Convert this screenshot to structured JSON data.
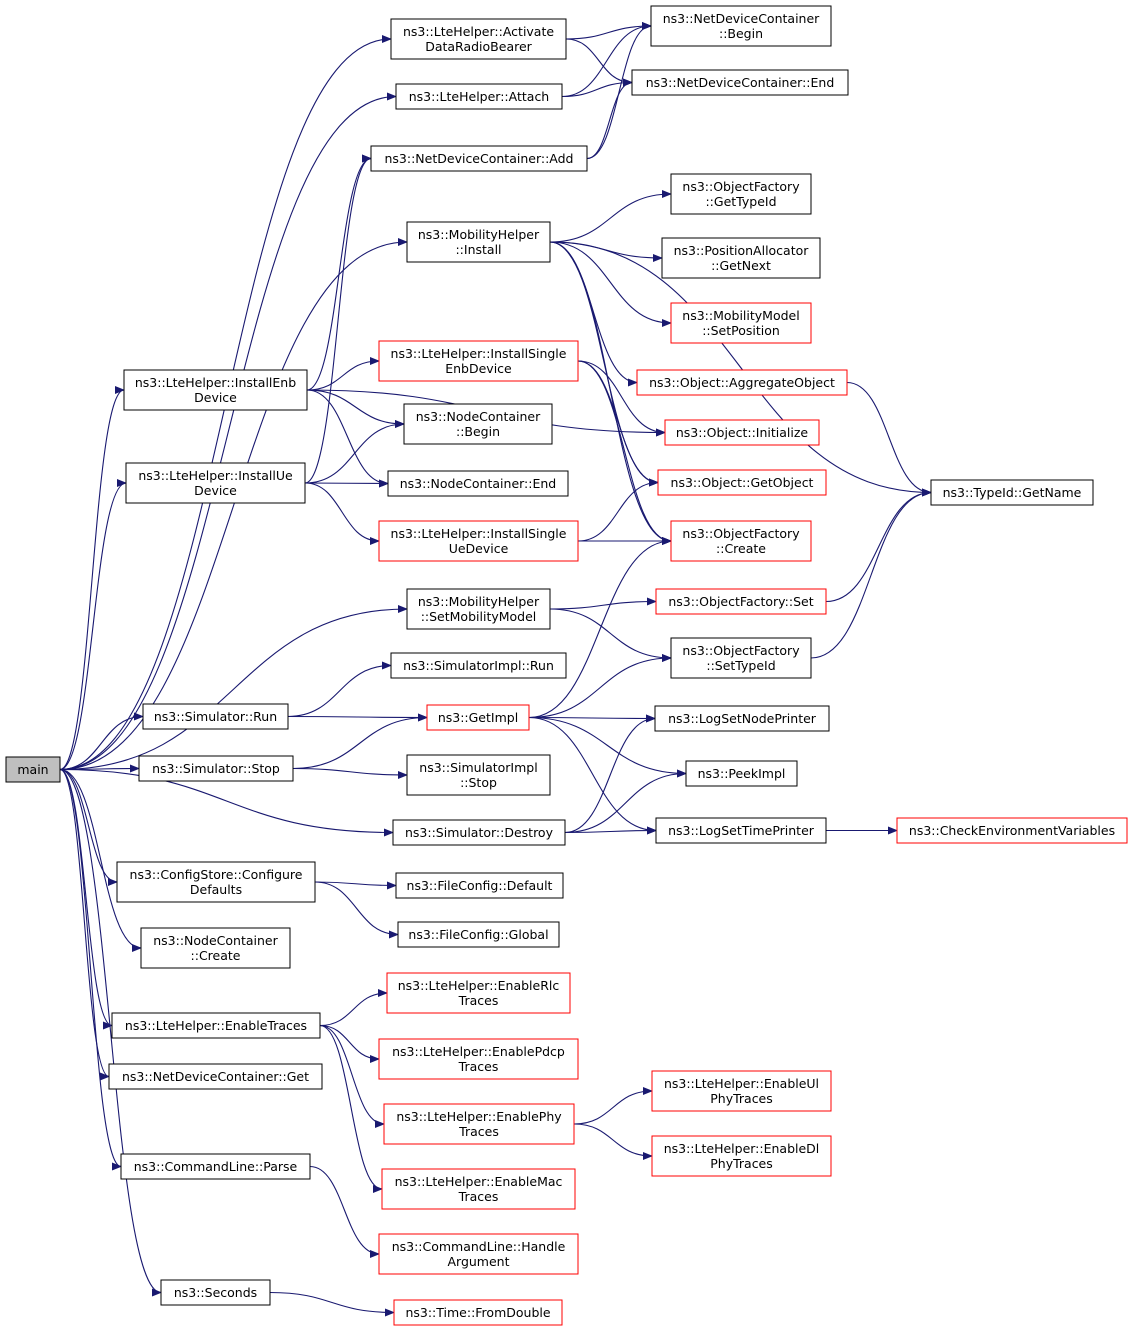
{
  "colors": {
    "edge": "#191970",
    "border_normal": "#000000",
    "border_external": "#ff0000",
    "fill_root": "#bfbfbf",
    "fill_node": "#ffffff"
  },
  "nodes": [
    {
      "id": "main",
      "lines": [
        "main"
      ],
      "kind": "root"
    },
    {
      "id": "activate",
      "lines": [
        "ns3::LteHelper::Activate",
        "DataRadioBearer"
      ],
      "kind": "normal"
    },
    {
      "id": "ndc_begin",
      "lines": [
        "ns3::NetDeviceContainer",
        "::Begin"
      ],
      "kind": "normal"
    },
    {
      "id": "attach",
      "lines": [
        "ns3::LteHelper::Attach"
      ],
      "kind": "normal"
    },
    {
      "id": "ndc_end",
      "lines": [
        "ns3::NetDeviceContainer::End"
      ],
      "kind": "normal"
    },
    {
      "id": "ndc_add",
      "lines": [
        "ns3::NetDeviceContainer::Add"
      ],
      "kind": "normal"
    },
    {
      "id": "of_gettypeid",
      "lines": [
        "ns3::ObjectFactory",
        "::GetTypeId"
      ],
      "kind": "normal"
    },
    {
      "id": "mh_install",
      "lines": [
        "ns3::MobilityHelper",
        "::Install"
      ],
      "kind": "normal"
    },
    {
      "id": "pa_getnext",
      "lines": [
        "ns3::PositionAllocator",
        "::GetNext"
      ],
      "kind": "normal"
    },
    {
      "id": "mm_setpos",
      "lines": [
        "ns3::MobilityModel",
        "::SetPosition"
      ],
      "kind": "external"
    },
    {
      "id": "install_single_enb",
      "lines": [
        "ns3::LteHelper::InstallSingle",
        "EnbDevice"
      ],
      "kind": "external"
    },
    {
      "id": "obj_aggregate",
      "lines": [
        "ns3::Object::AggregateObject"
      ],
      "kind": "external"
    },
    {
      "id": "install_enb",
      "lines": [
        "ns3::LteHelper::InstallEnb",
        "Device"
      ],
      "kind": "normal"
    },
    {
      "id": "nc_begin",
      "lines": [
        "ns3::NodeContainer",
        "::Begin"
      ],
      "kind": "normal"
    },
    {
      "id": "obj_init",
      "lines": [
        "ns3::Object::Initialize"
      ],
      "kind": "external"
    },
    {
      "id": "typeid_getname",
      "lines": [
        "ns3::TypeId::GetName"
      ],
      "kind": "normal"
    },
    {
      "id": "install_ue",
      "lines": [
        "ns3::LteHelper::InstallUe",
        "Device"
      ],
      "kind": "normal"
    },
    {
      "id": "nc_end",
      "lines": [
        "ns3::NodeContainer::End"
      ],
      "kind": "normal"
    },
    {
      "id": "obj_getobject",
      "lines": [
        "ns3::Object::GetObject"
      ],
      "kind": "external"
    },
    {
      "id": "install_single_ue",
      "lines": [
        "ns3::LteHelper::InstallSingle",
        "UeDevice"
      ],
      "kind": "external"
    },
    {
      "id": "of_create",
      "lines": [
        "ns3::ObjectFactory",
        "::Create"
      ],
      "kind": "external"
    },
    {
      "id": "mh_setmodel",
      "lines": [
        "ns3::MobilityHelper",
        "::SetMobilityModel"
      ],
      "kind": "normal"
    },
    {
      "id": "of_set",
      "lines": [
        "ns3::ObjectFactory::Set"
      ],
      "kind": "external"
    },
    {
      "id": "si_run",
      "lines": [
        "ns3::SimulatorImpl::Run"
      ],
      "kind": "normal"
    },
    {
      "id": "of_settypeid",
      "lines": [
        "ns3::ObjectFactory",
        "::SetTypeId"
      ],
      "kind": "normal"
    },
    {
      "id": "sim_run",
      "lines": [
        "ns3::Simulator::Run"
      ],
      "kind": "normal"
    },
    {
      "id": "getimpl",
      "lines": [
        "ns3::GetImpl"
      ],
      "kind": "external"
    },
    {
      "id": "log_nodeprinter",
      "lines": [
        "ns3::LogSetNodePrinter"
      ],
      "kind": "normal"
    },
    {
      "id": "sim_stop",
      "lines": [
        "ns3::Simulator::Stop"
      ],
      "kind": "normal"
    },
    {
      "id": "si_stop",
      "lines": [
        "ns3::SimulatorImpl",
        "::Stop"
      ],
      "kind": "normal"
    },
    {
      "id": "peekimpl",
      "lines": [
        "ns3::PeekImpl"
      ],
      "kind": "normal"
    },
    {
      "id": "sim_destroy",
      "lines": [
        "ns3::Simulator::Destroy"
      ],
      "kind": "normal"
    },
    {
      "id": "log_timeprinter",
      "lines": [
        "ns3::LogSetTimePrinter"
      ],
      "kind": "normal"
    },
    {
      "id": "check_env",
      "lines": [
        "ns3::CheckEnvironmentVariables"
      ],
      "kind": "external"
    },
    {
      "id": "cs_configure",
      "lines": [
        "ns3::ConfigStore::Configure",
        "Defaults"
      ],
      "kind": "normal"
    },
    {
      "id": "fc_default",
      "lines": [
        "ns3::FileConfig::Default"
      ],
      "kind": "normal"
    },
    {
      "id": "fc_global",
      "lines": [
        "ns3::FileConfig::Global"
      ],
      "kind": "normal"
    },
    {
      "id": "nc_create",
      "lines": [
        "ns3::NodeContainer",
        "::Create"
      ],
      "kind": "normal"
    },
    {
      "id": "enable_rlc",
      "lines": [
        "ns3::LteHelper::EnableRlc",
        "Traces"
      ],
      "kind": "external"
    },
    {
      "id": "enable_traces",
      "lines": [
        "ns3::LteHelper::EnableTraces"
      ],
      "kind": "normal"
    },
    {
      "id": "enable_pdcp",
      "lines": [
        "ns3::LteHelper::EnablePdcp",
        "Traces"
      ],
      "kind": "external"
    },
    {
      "id": "ndc_get",
      "lines": [
        "ns3::NetDeviceContainer::Get"
      ],
      "kind": "normal"
    },
    {
      "id": "enable_ul",
      "lines": [
        "ns3::LteHelper::EnableUl",
        "PhyTraces"
      ],
      "kind": "external"
    },
    {
      "id": "enable_phy",
      "lines": [
        "ns3::LteHelper::EnablePhy",
        "Traces"
      ],
      "kind": "external"
    },
    {
      "id": "enable_dl",
      "lines": [
        "ns3::LteHelper::EnableDl",
        "PhyTraces"
      ],
      "kind": "external"
    },
    {
      "id": "cl_parse",
      "lines": [
        "ns3::CommandLine::Parse"
      ],
      "kind": "normal"
    },
    {
      "id": "enable_mac",
      "lines": [
        "ns3::LteHelper::EnableMac",
        "Traces"
      ],
      "kind": "external"
    },
    {
      "id": "cl_handle",
      "lines": [
        "ns3::CommandLine::Handle",
        "Argument"
      ],
      "kind": "external"
    },
    {
      "id": "seconds",
      "lines": [
        "ns3::Seconds"
      ],
      "kind": "normal"
    },
    {
      "id": "time_fromdouble",
      "lines": [
        "ns3::Time::FromDouble"
      ],
      "kind": "external"
    }
  ],
  "edges": [
    [
      "main",
      "activate"
    ],
    [
      "main",
      "attach"
    ],
    [
      "main",
      "install_enb"
    ],
    [
      "main",
      "mh_install"
    ],
    [
      "main",
      "install_ue"
    ],
    [
      "main",
      "mh_setmodel"
    ],
    [
      "main",
      "sim_run"
    ],
    [
      "main",
      "sim_stop"
    ],
    [
      "main",
      "sim_destroy"
    ],
    [
      "main",
      "cs_configure"
    ],
    [
      "main",
      "nc_create"
    ],
    [
      "main",
      "enable_traces"
    ],
    [
      "main",
      "ndc_get"
    ],
    [
      "main",
      "cl_parse"
    ],
    [
      "main",
      "seconds"
    ],
    [
      "activate",
      "ndc_begin"
    ],
    [
      "activate",
      "ndc_end"
    ],
    [
      "attach",
      "ndc_begin"
    ],
    [
      "attach",
      "ndc_end"
    ],
    [
      "ndc_add",
      "ndc_begin"
    ],
    [
      "ndc_add",
      "ndc_end"
    ],
    [
      "mh_install",
      "typeid_getname"
    ],
    [
      "mh_install",
      "of_gettypeid"
    ],
    [
      "mh_install",
      "pa_getnext"
    ],
    [
      "mh_install",
      "mm_setpos"
    ],
    [
      "mh_install",
      "obj_aggregate"
    ],
    [
      "mh_install",
      "obj_getobject"
    ],
    [
      "mh_install",
      "of_create"
    ],
    [
      "install_enb",
      "ndc_add"
    ],
    [
      "install_enb",
      "install_single_enb"
    ],
    [
      "install_enb",
      "nc_begin"
    ],
    [
      "install_enb",
      "nc_end"
    ],
    [
      "install_enb",
      "obj_init"
    ],
    [
      "install_ue",
      "ndc_add"
    ],
    [
      "install_ue",
      "nc_begin"
    ],
    [
      "install_ue",
      "nc_end"
    ],
    [
      "install_ue",
      "install_single_ue"
    ],
    [
      "install_single_enb",
      "obj_init"
    ],
    [
      "install_single_enb",
      "obj_getobject"
    ],
    [
      "install_single_enb",
      "of_create"
    ],
    [
      "install_single_ue",
      "obj_getobject"
    ],
    [
      "install_single_ue",
      "of_create"
    ],
    [
      "obj_aggregate",
      "typeid_getname"
    ],
    [
      "mh_setmodel",
      "of_set"
    ],
    [
      "mh_setmodel",
      "of_settypeid"
    ],
    [
      "of_set",
      "typeid_getname"
    ],
    [
      "of_settypeid",
      "typeid_getname"
    ],
    [
      "sim_run",
      "si_run"
    ],
    [
      "sim_run",
      "getimpl"
    ],
    [
      "getimpl",
      "of_create"
    ],
    [
      "getimpl",
      "of_settypeid"
    ],
    [
      "getimpl",
      "log_nodeprinter"
    ],
    [
      "getimpl",
      "peekimpl"
    ],
    [
      "getimpl",
      "log_timeprinter"
    ],
    [
      "sim_stop",
      "getimpl"
    ],
    [
      "sim_stop",
      "si_stop"
    ],
    [
      "sim_destroy",
      "log_nodeprinter"
    ],
    [
      "sim_destroy",
      "peekimpl"
    ],
    [
      "sim_destroy",
      "log_timeprinter"
    ],
    [
      "log_timeprinter",
      "check_env"
    ],
    [
      "cs_configure",
      "fc_default"
    ],
    [
      "cs_configure",
      "fc_global"
    ],
    [
      "enable_traces",
      "enable_rlc"
    ],
    [
      "enable_traces",
      "enable_pdcp"
    ],
    [
      "enable_traces",
      "enable_phy"
    ],
    [
      "enable_traces",
      "enable_mac"
    ],
    [
      "enable_phy",
      "enable_ul"
    ],
    [
      "enable_phy",
      "enable_dl"
    ],
    [
      "cl_parse",
      "cl_handle"
    ],
    [
      "seconds",
      "time_fromdouble"
    ]
  ]
}
